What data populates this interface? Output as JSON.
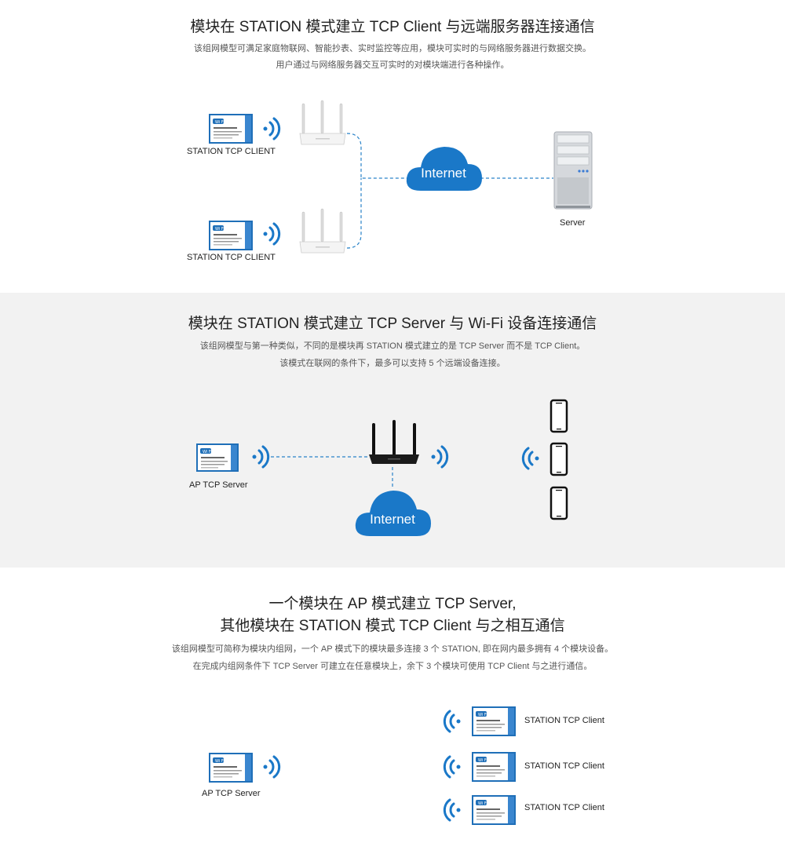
{
  "section1": {
    "title": "模块在 STATION 模式建立 TCP Client 与远端服务器连接通信",
    "desc_line1": "该组网模型可满足家庭物联网、智能抄表、实时监控等应用，模块可实时的与网络服务器进行数据交换。",
    "desc_line2": "用户通过与网络服务器交互可实时的对模块端进行各种操作。",
    "client_label_1": "STATION TCP CLIENT",
    "client_label_2": "STATION TCP CLIENT",
    "cloud_label": "Internet",
    "server_label": "Server"
  },
  "section2": {
    "title": "模块在 STATION 模式建立 TCP Server 与 Wi-Fi 设备连接通信",
    "desc_line1": "该组网模型与第一种类似，不同的是模块再 STATION 模式建立的是 TCP Server 而不是 TCP Client。",
    "desc_line2": "该模式在联网的条件下，最多可以支持 5 个远端设备连接。",
    "module_label": "AP TCP Server",
    "cloud_label": "Internet"
  },
  "section3": {
    "title_line1": "一个模块在 AP 模式建立 TCP Server,",
    "title_line2": "其他模块在 STATION 模式 TCP Client 与之相互通信",
    "desc_line1": "该组网模型可简称为模块内组网，一个 AP 模式下的模块最多连接 3 个 STATION, 即在网内最多拥有 4 个模块设备。",
    "desc_line2": "在完成内组网条件下 TCP Server 可建立在任意模块上，余下 3 个模块可使用 TCP Client 与之进行通信。",
    "server_label": "AP TCP Server",
    "client_labels": [
      "STATION TCP Client",
      "STATION TCP Client",
      "STATION TCP Client"
    ]
  },
  "colors": {
    "accent": "#1a78c8",
    "dashed_line": "#2a83c9",
    "section2_bg": "#f2f2f2"
  },
  "icons": {
    "module": "wifi-module-icon",
    "signal": "wifi-signal-icon",
    "router": "router-icon",
    "cloud": "cloud-icon",
    "server": "server-icon",
    "phone": "smartphone-icon"
  }
}
